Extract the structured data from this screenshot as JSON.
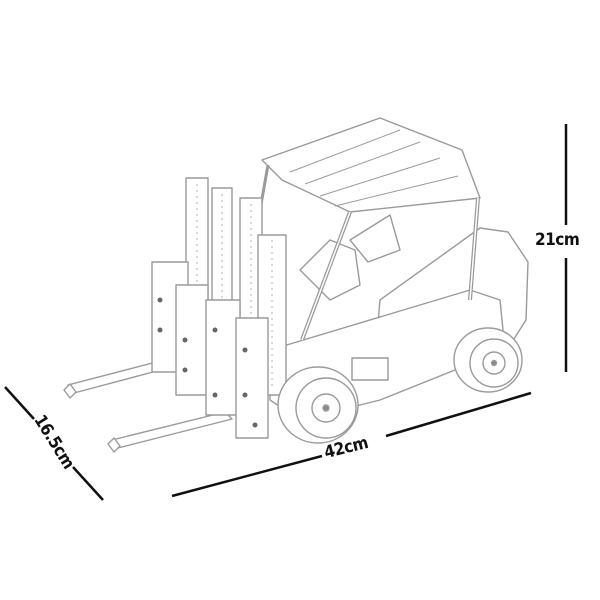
{
  "figure": {
    "subject": "Forklift building-block model line drawing",
    "background_color": "#ffffff",
    "line_color": "#111111",
    "drawing_color": "#9a9a9a"
  },
  "dimensions": {
    "height": {
      "label": "21cm",
      "value": 21,
      "unit": "cm"
    },
    "length": {
      "label": "42cm",
      "value": 42,
      "unit": "cm"
    },
    "width": {
      "label": "16.5cm",
      "value": 16.5,
      "unit": "cm"
    }
  }
}
